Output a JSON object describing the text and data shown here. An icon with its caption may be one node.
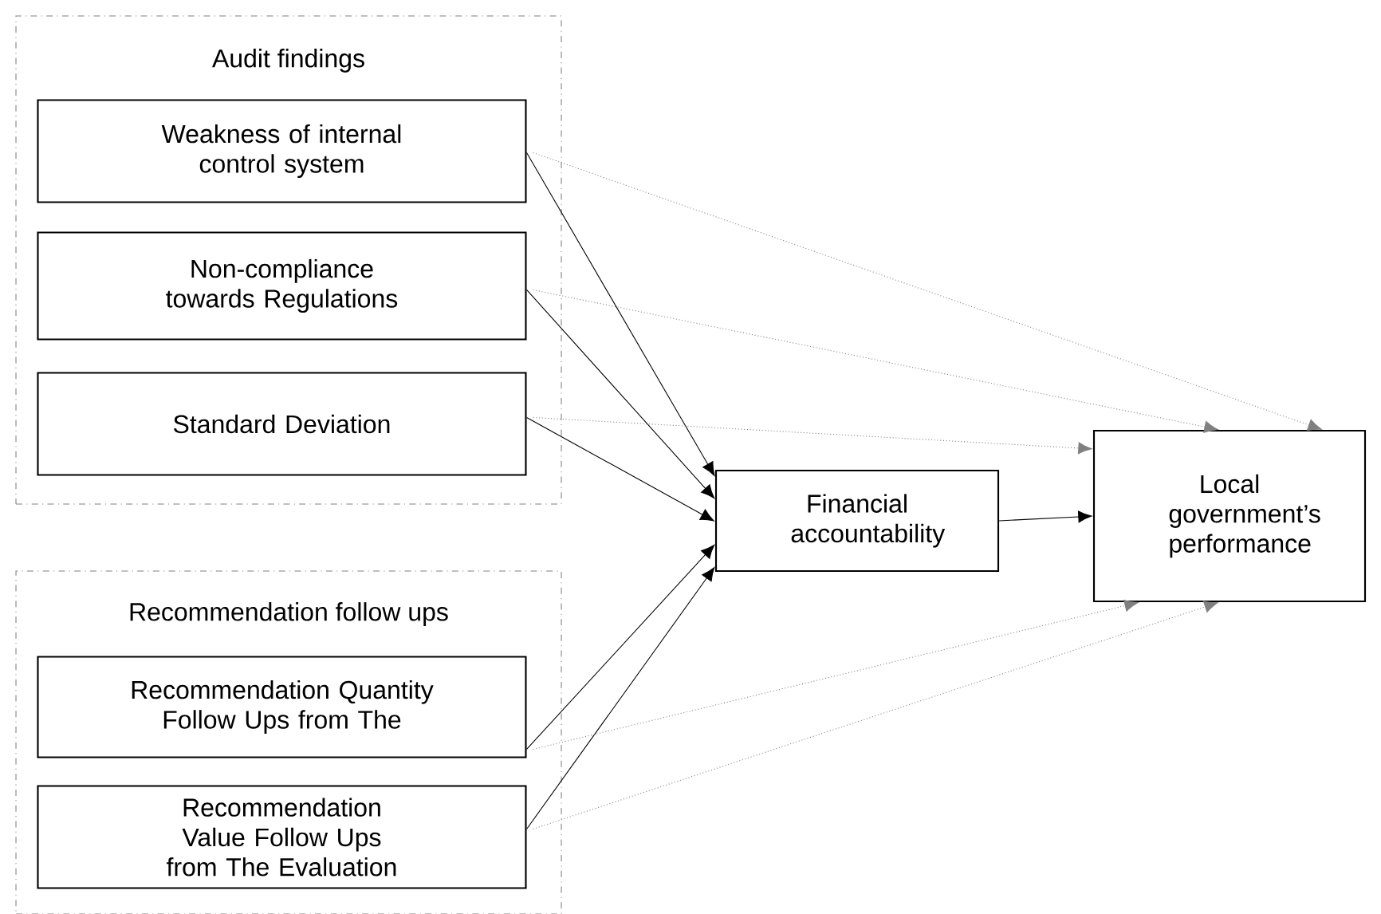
{
  "diagram": {
    "nodes": [
      {
        "text": [
          "Audit findings"
        ]
      },
      {
        "text": [
          "Weakness of internal control system"
        ],
        "in": 0
      },
      {
        "text": [
          "Non-compliance towards Regulations"
        ],
        "in": 0
      },
      {
        "text": [
          "Standard Deviation"
        ],
        "in": 0
      },
      {
        "text": [
          "Recommendation follow ups"
        ]
      },
      {
        "text": [
          "Recommendation Quantity Follow Ups from The"
        ],
        "in": 4
      },
      {
        "text": [
          "Recommendation Value Follow Ups from The Evaluation"
        ],
        "in": 4
      },
      {
        "text": [
          "Financial accountability"
        ]
      },
      {
        "text": [
          "Local government’s performance"
        ]
      }
    ],
    "edges": [
      {
        "from": 1,
        "to": 7,
        "arrow": "to"
      },
      {
        "from": 2,
        "to": 7,
        "arrow": "to"
      },
      {
        "from": 3,
        "to": 7,
        "arrow": "to"
      },
      {
        "from": 5,
        "to": 7,
        "arrow": "to"
      },
      {
        "from": 6,
        "to": 7,
        "arrow": "to"
      },
      {
        "from": 7,
        "to": 8,
        "arrow": "to"
      },
      {
        "from": 1,
        "to": 8,
        "arrow": "to",
        "style": "dashed",
        "color": "#808080"
      },
      {
        "from": 2,
        "to": 8,
        "arrow": "to",
        "style": "dashed",
        "color": "#808080"
      },
      {
        "from": 3,
        "to": 8,
        "arrow": "to",
        "style": "dashed",
        "color": "#808080"
      },
      {
        "from": 5,
        "to": 8,
        "arrow": "to",
        "style": "dashed",
        "color": "#808080"
      },
      {
        "from": 6,
        "to": 8,
        "arrow": "to",
        "style": "dashed",
        "color": "#808080"
      }
    ]
  }
}
